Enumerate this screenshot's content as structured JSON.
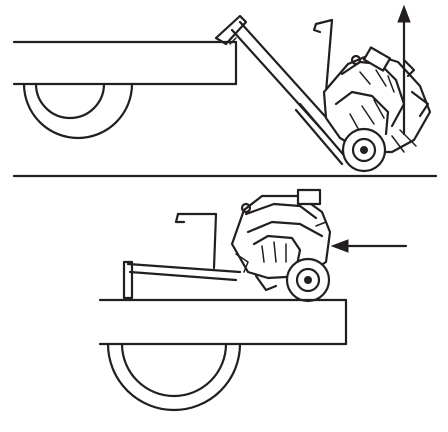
{
  "figure": {
    "steps": [
      {
        "id": "tilt-mower-up",
        "action": "lift",
        "arrow_direction": "up"
      },
      {
        "id": "push-mower-onto-bed",
        "action": "push",
        "arrow_direction": "left"
      }
    ],
    "colors": {
      "line": "#231f20",
      "background": "#ffffff"
    }
  }
}
